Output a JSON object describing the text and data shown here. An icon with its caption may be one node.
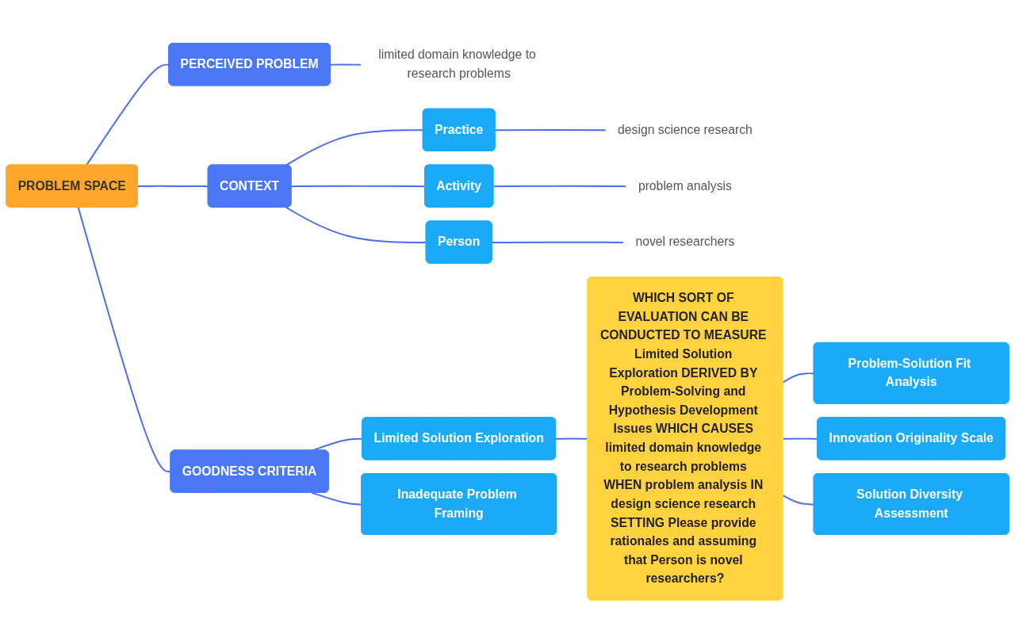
{
  "diagram": {
    "nodes": [
      {
        "text": [
          "PROBLEM SPACE"
        ]
      },
      {
        "text": [
          "PERCEIVED PROBLEM"
        ]
      },
      {
        "text": [
          "limited domain knowledge to research problems"
        ]
      },
      {
        "text": [
          "CONTEXT"
        ]
      },
      {
        "text": [
          "Practice"
        ]
      },
      {
        "text": [
          "design science research"
        ]
      },
      {
        "text": [
          "Activity"
        ]
      },
      {
        "text": [
          "problem analysis"
        ]
      },
      {
        "text": [
          "Person"
        ]
      },
      {
        "text": [
          "novel researchers"
        ]
      },
      {
        "text": [
          "GOODNESS CRITERIA"
        ]
      },
      {
        "text": [
          "Limited Solution Exploration"
        ]
      },
      {
        "text": [
          "WHICH SORT OF EVALUATION CAN BE CONDUCTED TO MEASURE Limited Solution Exploration DERIVED BY Problem-Solving and Hypothesis Development Issues WHICH CAUSES limited domain knowledge to research problems WHEN problem analysis IN design science research SETTING Please provide rationales and assuming that Person is novel researchers?"
        ]
      },
      {
        "text": [
          "Problem-Solution Fit Analysis"
        ]
      },
      {
        "text": [
          "Innovation Originality Scale"
        ]
      },
      {
        "text": [
          "Solution Diversity Assessment"
        ]
      },
      {
        "text": [
          "Inadequate Problem Framing"
        ]
      }
    ],
    "edges": [
      {
        "from": 0,
        "to": 1,
        "arrow": "none"
      },
      {
        "from": 1,
        "to": 2,
        "arrow": "none"
      },
      {
        "from": 0,
        "to": 3,
        "arrow": "none"
      },
      {
        "from": 3,
        "to": 4,
        "arrow": "none"
      },
      {
        "from": 4,
        "to": 5,
        "arrow": "none"
      },
      {
        "from": 3,
        "to": 6,
        "arrow": "none"
      },
      {
        "from": 6,
        "to": 7,
        "arrow": "none"
      },
      {
        "from": 3,
        "to": 8,
        "arrow": "none"
      },
      {
        "from": 8,
        "to": 9,
        "arrow": "none"
      },
      {
        "from": 0,
        "to": 10,
        "arrow": "none"
      },
      {
        "from": 10,
        "to": 11,
        "arrow": "none"
      },
      {
        "from": 11,
        "to": 12,
        "arrow": "none"
      },
      {
        "from": 12,
        "to": 13,
        "arrow": "none"
      },
      {
        "from": 12,
        "to": 14,
        "arrow": "none"
      },
      {
        "from": 12,
        "to": 15,
        "arrow": "none"
      },
      {
        "from": 10,
        "to": 16,
        "arrow": "none"
      }
    ]
  }
}
